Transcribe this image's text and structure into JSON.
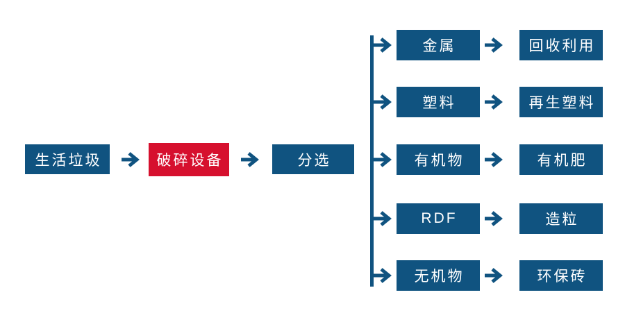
{
  "colors": {
    "primary_blue": "#105380",
    "accent_red": "#d6102e",
    "text_white": "#ffffff"
  },
  "diagram": {
    "type": "flowchart",
    "main_flow": {
      "source_label": "生活垃圾",
      "crusher_label": "破碎设备",
      "sorting_label": "分选"
    },
    "branches": [
      {
        "material": "金属",
        "output": "回收利用"
      },
      {
        "material": "塑料",
        "output": "再生塑料"
      },
      {
        "material": "有机物",
        "output": "有机肥"
      },
      {
        "material": "RDF",
        "output": "造粒"
      },
      {
        "material": "无机物",
        "output": "环保砖"
      }
    ]
  }
}
